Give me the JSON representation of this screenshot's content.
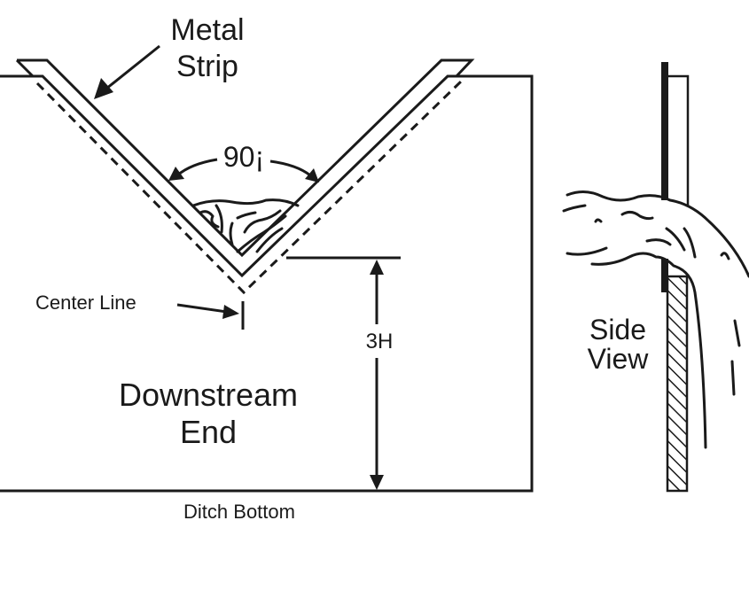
{
  "diagram": {
    "title": "V-notch weir installation",
    "labels": {
      "metal_strip_line1": "Metal",
      "metal_strip_line2": "Strip",
      "angle": "90¡",
      "center_line": "Center Line",
      "height": "3H",
      "downstream_line1": "Downstream",
      "downstream_line2": "End",
      "ditch_bottom": "Ditch Bottom",
      "side_view_line1": "Side",
      "side_view_line2": "View"
    },
    "colors": {
      "ink": "#1a1a1a",
      "background": "#ffffff"
    }
  }
}
